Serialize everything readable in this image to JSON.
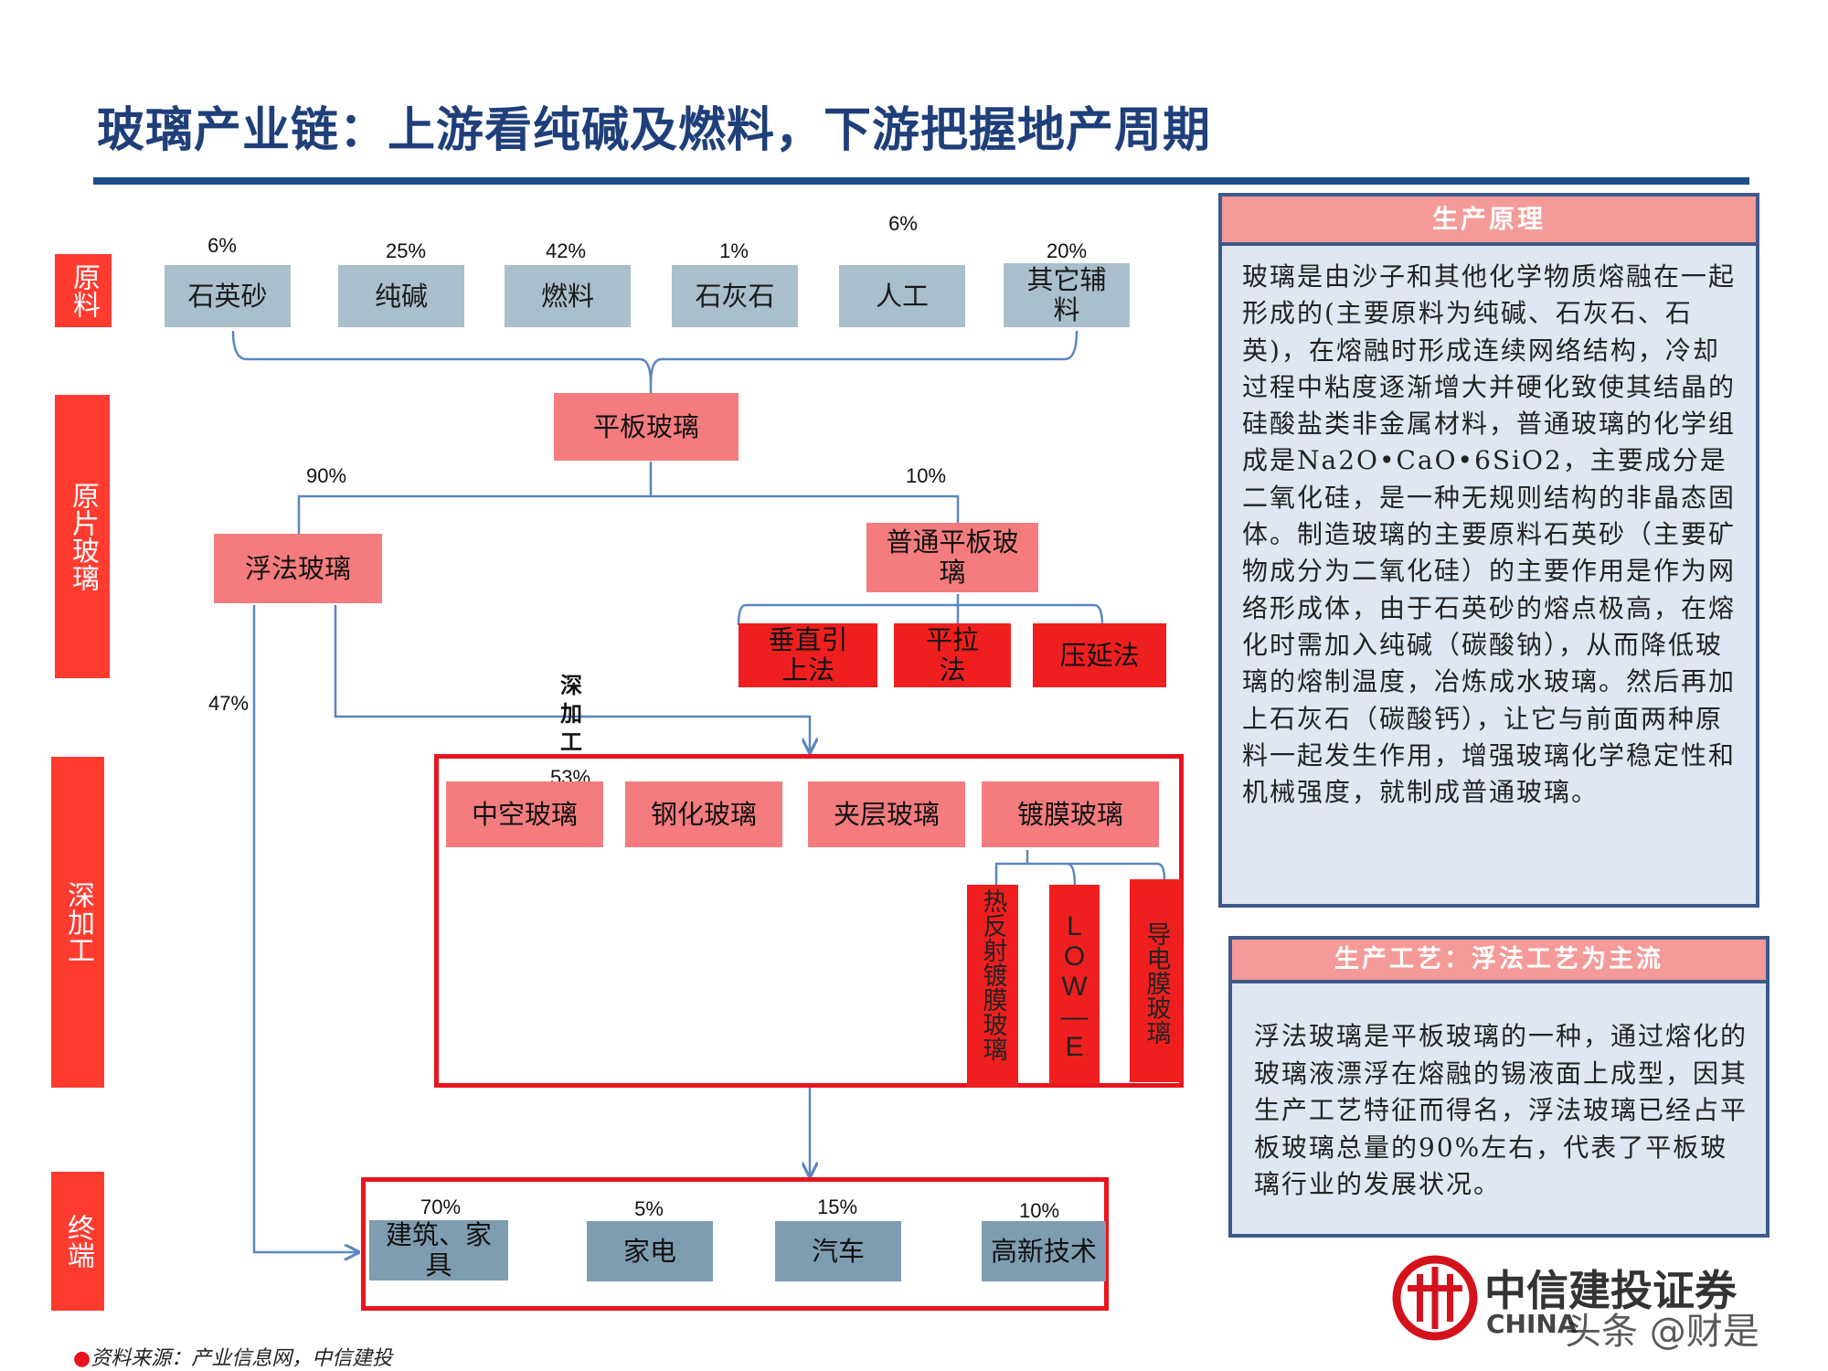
{
  "title": "玻璃产业链：上游看纯碱及燃料，下游把握地产周期",
  "stages": [
    "原料",
    "原片玻璃",
    "深加工",
    "终端"
  ],
  "raw_materials": [
    {
      "label": "石英砂",
      "pct": "6%"
    },
    {
      "label": "纯碱",
      "pct": "25%"
    },
    {
      "label": "燃料",
      "pct": "42%"
    },
    {
      "label": "石灰石",
      "pct": "1%"
    },
    {
      "label": "人工",
      "pct": "6%"
    },
    {
      "label": "其它辅料",
      "pct": "20%"
    }
  ],
  "flat_glass": "平板玻璃",
  "float_glass": {
    "label": "浮法玻璃",
    "pct": "90%"
  },
  "ordinary_flat_glass": {
    "label": "普通平板玻璃",
    "pct": "10%"
  },
  "ordinary_methods": [
    "垂直引上法",
    "平拉法",
    "压延法"
  ],
  "float_direct_pct": "47%",
  "deep_processing_label": "深加工",
  "deep_processing_pct": "53%",
  "deep_products": [
    "中空玻璃",
    "钢化玻璃",
    "夹层玻璃",
    "镀膜玻璃"
  ],
  "coated_types": [
    "热反射镀膜玻璃",
    "LOW—E",
    "导电膜玻璃"
  ],
  "end_uses": [
    {
      "label": "建筑、家具",
      "pct": "70%"
    },
    {
      "label": "家电",
      "pct": "5%"
    },
    {
      "label": "汽车",
      "pct": "15%"
    },
    {
      "label": "高新技术",
      "pct": "10%"
    }
  ],
  "principle_panel": {
    "title": "生产原理",
    "text": "玻璃是由沙子和其他化学物质熔融在一起形成的(主要原料为纯碱、石灰石、石英)，在熔融时形成连续网络结构，冷却过程中粘度逐渐增大并硬化致使其结晶的硅酸盐类非金属材料，普通玻璃的化学组成是Na2O•CaO•6SiO2，主要成分是二氧化硅，是一种无规则结构的非晶态固体。制造玻璃的主要原料石英砂（主要矿物成分为二氧化硅）的主要作用是作为网络形成体，由于石英砂的熔点极高，在熔化时需加入纯碱（碳酸钠），从而降低玻璃的熔制温度，冶炼成水玻璃。然后再加上石灰石（碳酸钙），让它与前面两种原料一起发生作用，增强玻璃化学稳定性和机械强度，就制成普通玻璃。"
  },
  "process_panel": {
    "title": "生产工艺：浮法工艺为主流",
    "text": "浮法玻璃是平板玻璃的一种，通过熔化的玻璃液漂浮在熔融的锡液面上成型，因其生产工艺特征而得名，浮法玻璃已经占平板玻璃总量的90%左右，代表了平板玻璃行业的发展状况。"
  },
  "source": "资料来源：产业信息网，中信建投",
  "logo": {
    "cn": "中信建投证券",
    "en": "CHINA"
  },
  "watermark": "头条 @财是",
  "colors": {
    "title": "#1f3f7a",
    "stage_red": "#ff3b30",
    "grey_box": "#a9bfcc",
    "pink_box": "#f47c7e",
    "red_box": "#f01f1f",
    "end_box": "#7f9db0",
    "line": "#5b86c0",
    "panel_bg": "#dfe7f2",
    "panel_head": "#f49a98"
  }
}
